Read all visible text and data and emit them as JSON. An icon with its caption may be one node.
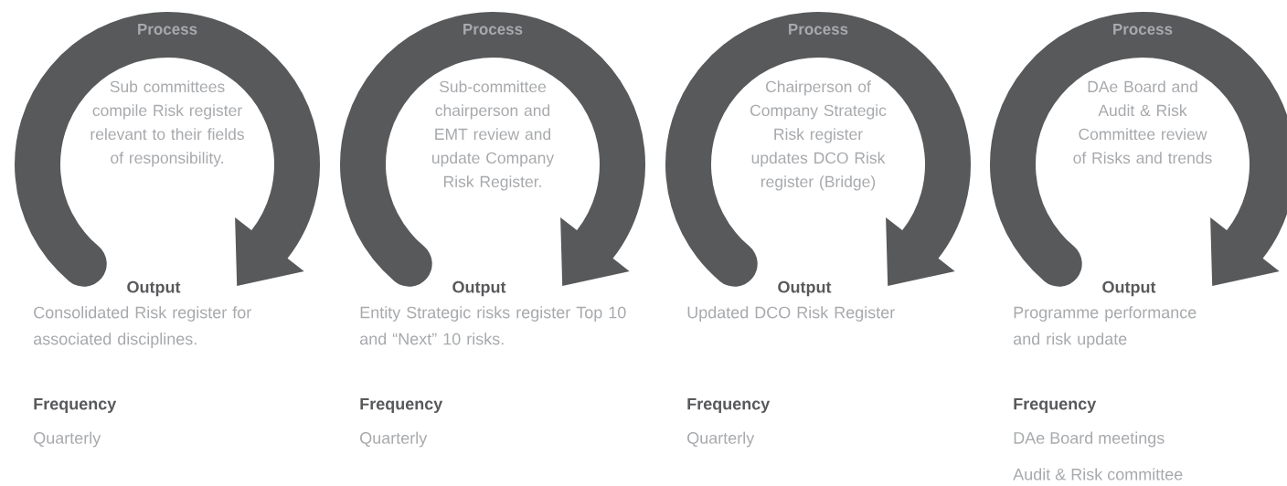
{
  "diagram": {
    "nodes": [
      {
        "text": [
          "Process",
          "Sub committees compile Risk register relevant to their fields of responsibility."
        ]
      },
      {
        "text": [
          "Process",
          "Sub-committee chairperson and EMT review and update Company Risk Register."
        ]
      },
      {
        "text": [
          "Process",
          "Chairperson of Company Strategic Risk register updates DCO Risk register (Bridge)"
        ]
      },
      {
        "text": [
          "Process",
          "DAe Board and Audit & Risk Committee review of Risks and trends"
        ]
      }
    ],
    "labels": [
      "Output",
      "Consolidated Risk register for associated disciplines.",
      "Frequency",
      "Quarterly",
      "Output",
      "Entity Strategic risks register Top 10 and “Next” 10 risks.",
      "Frequency",
      "Quarterly",
      "Output",
      "Updated DCO Risk Register",
      "Frequency",
      "Quarterly",
      "Output",
      "Programme performance and risk update",
      "Frequency",
      "DAe Board meetings",
      "Audit & Risk committee"
    ]
  }
}
